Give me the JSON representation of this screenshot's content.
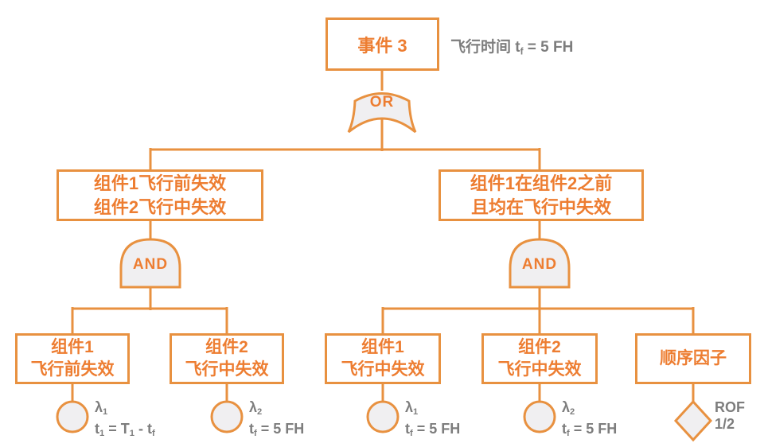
{
  "colors": {
    "orange": "#E89140",
    "orange_text": "#ED7D31",
    "gray_text": "#7D7D7D",
    "shape_fill": "#F0EFF1",
    "box_fill": "#FFFFFF"
  },
  "header": {
    "top_event": "事件 3",
    "note": [
      {
        "t": "飞行时间 t",
        "s": "f"
      },
      {
        "t": " = 5 FH"
      }
    ]
  },
  "gates": {
    "or": "OR",
    "and_left": "AND",
    "and_right": "AND"
  },
  "branches": {
    "left": {
      "line1": "组件1飞行前失效",
      "line2": "组件2飞行中失效"
    },
    "right": {
      "line1": "组件1在组件2之前",
      "line2": "且均在飞行中失效"
    }
  },
  "leaves": [
    {
      "line1": "组件1",
      "line2": "飞行前失效"
    },
    {
      "line1": "组件2",
      "line2": "飞行中失效"
    },
    {
      "line1": "组件1",
      "line2": "飞行中失效"
    },
    {
      "line1": "组件2",
      "line2": "飞行中失效"
    },
    {
      "line1": "顺序因子",
      "line2": ""
    }
  ],
  "basic_events": [
    {
      "rate": [
        {
          "t": "λ",
          "s": "1"
        }
      ],
      "time": [
        {
          "t": "t",
          "s": "1"
        },
        {
          "t": " = T",
          "s": "1"
        },
        {
          "t": " - t",
          "s": "f"
        }
      ]
    },
    {
      "rate": [
        {
          "t": "λ",
          "s": "2"
        }
      ],
      "time": [
        {
          "t": "t",
          "s": "f"
        },
        {
          "t": " = 5 FH"
        }
      ]
    },
    {
      "rate": [
        {
          "t": "λ",
          "s": "1"
        }
      ],
      "time": [
        {
          "t": "t",
          "s": "f"
        },
        {
          "t": " = 5 FH"
        }
      ]
    },
    {
      "rate": [
        {
          "t": "λ",
          "s": "2"
        }
      ],
      "time": [
        {
          "t": "t",
          "s": "f"
        },
        {
          "t": " = 5 FH"
        }
      ]
    }
  ],
  "sequence_event": {
    "label1": "ROF",
    "label2": "1/2"
  }
}
